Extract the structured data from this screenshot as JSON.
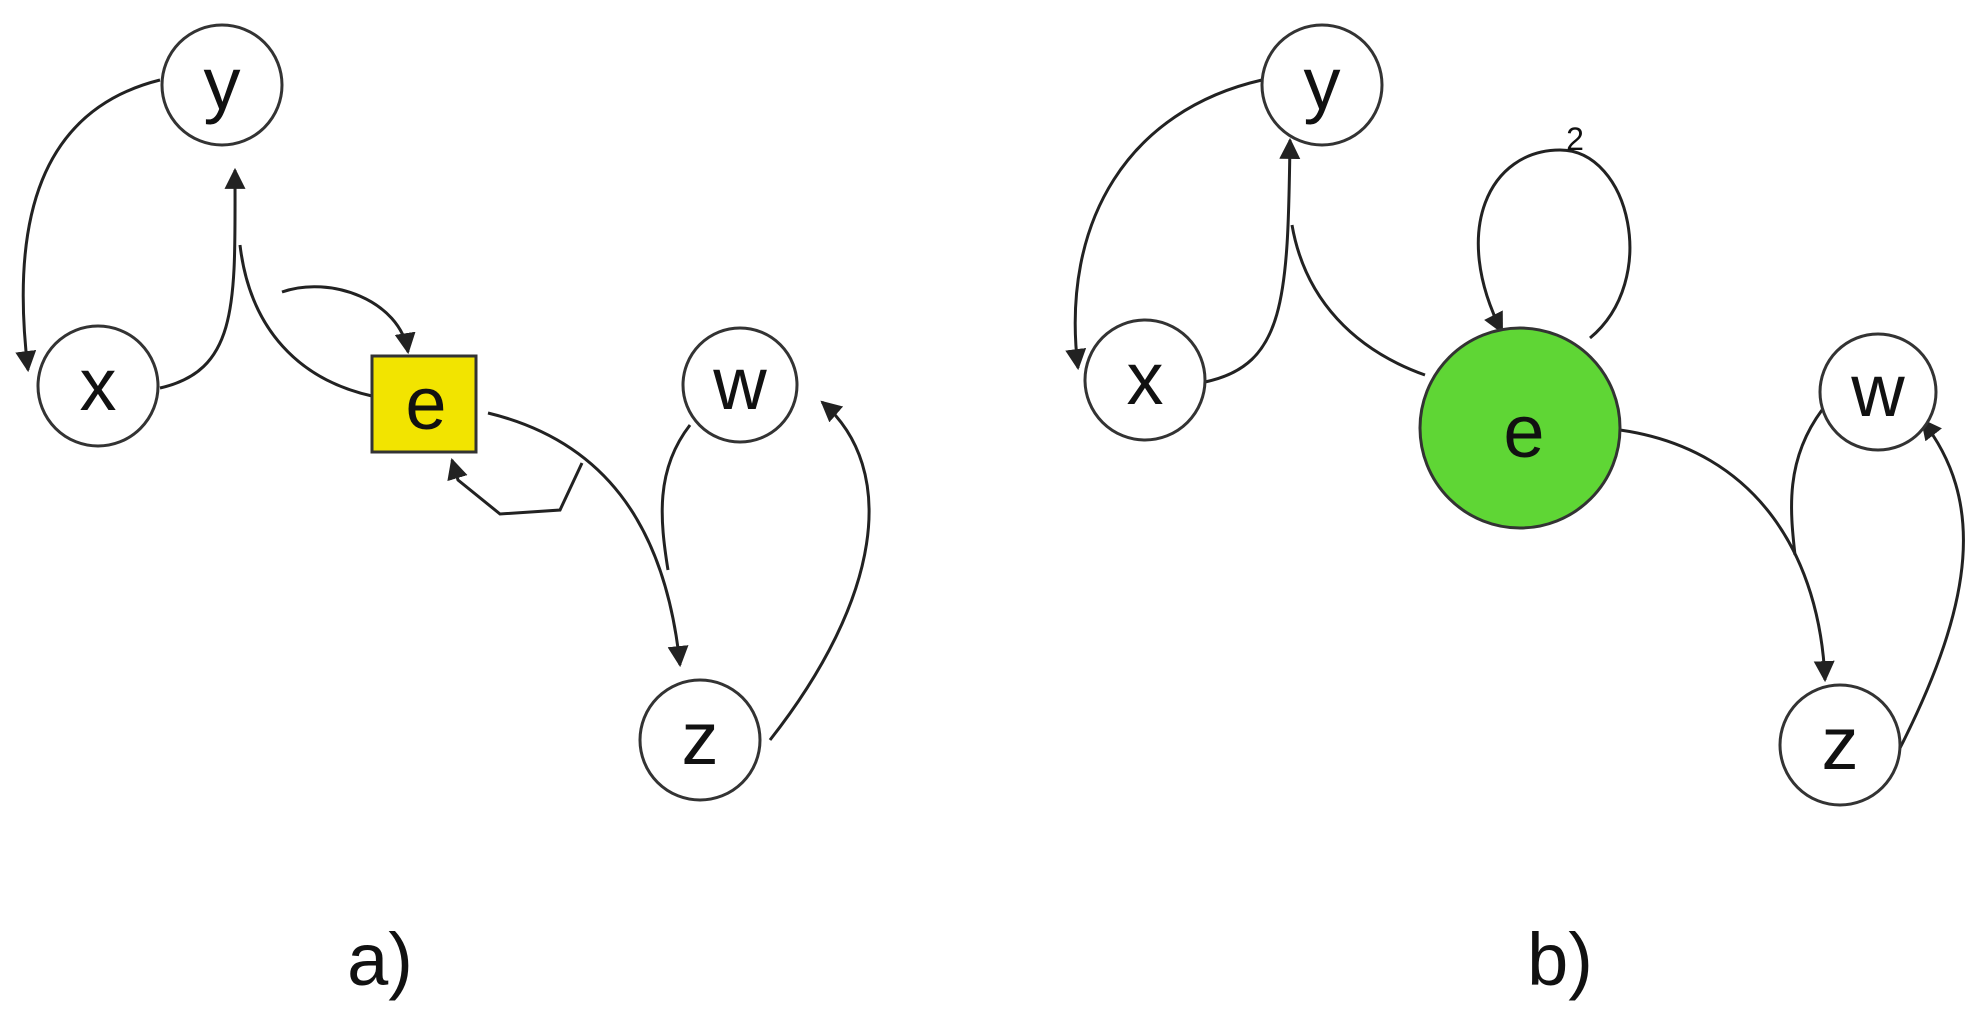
{
  "colors": {
    "box_fill": "#f2e400",
    "merged_fill": "#5fd635",
    "stroke": "#333333"
  },
  "panel_a": {
    "label": "a)",
    "nodes": {
      "y": "y",
      "x": "x",
      "e": "e",
      "w": "w",
      "z": "z"
    }
  },
  "panel_b": {
    "label": "b)",
    "nodes": {
      "y": "y",
      "x": "x",
      "e": "e",
      "w": "w",
      "z": "z"
    },
    "loop_label": "2"
  }
}
